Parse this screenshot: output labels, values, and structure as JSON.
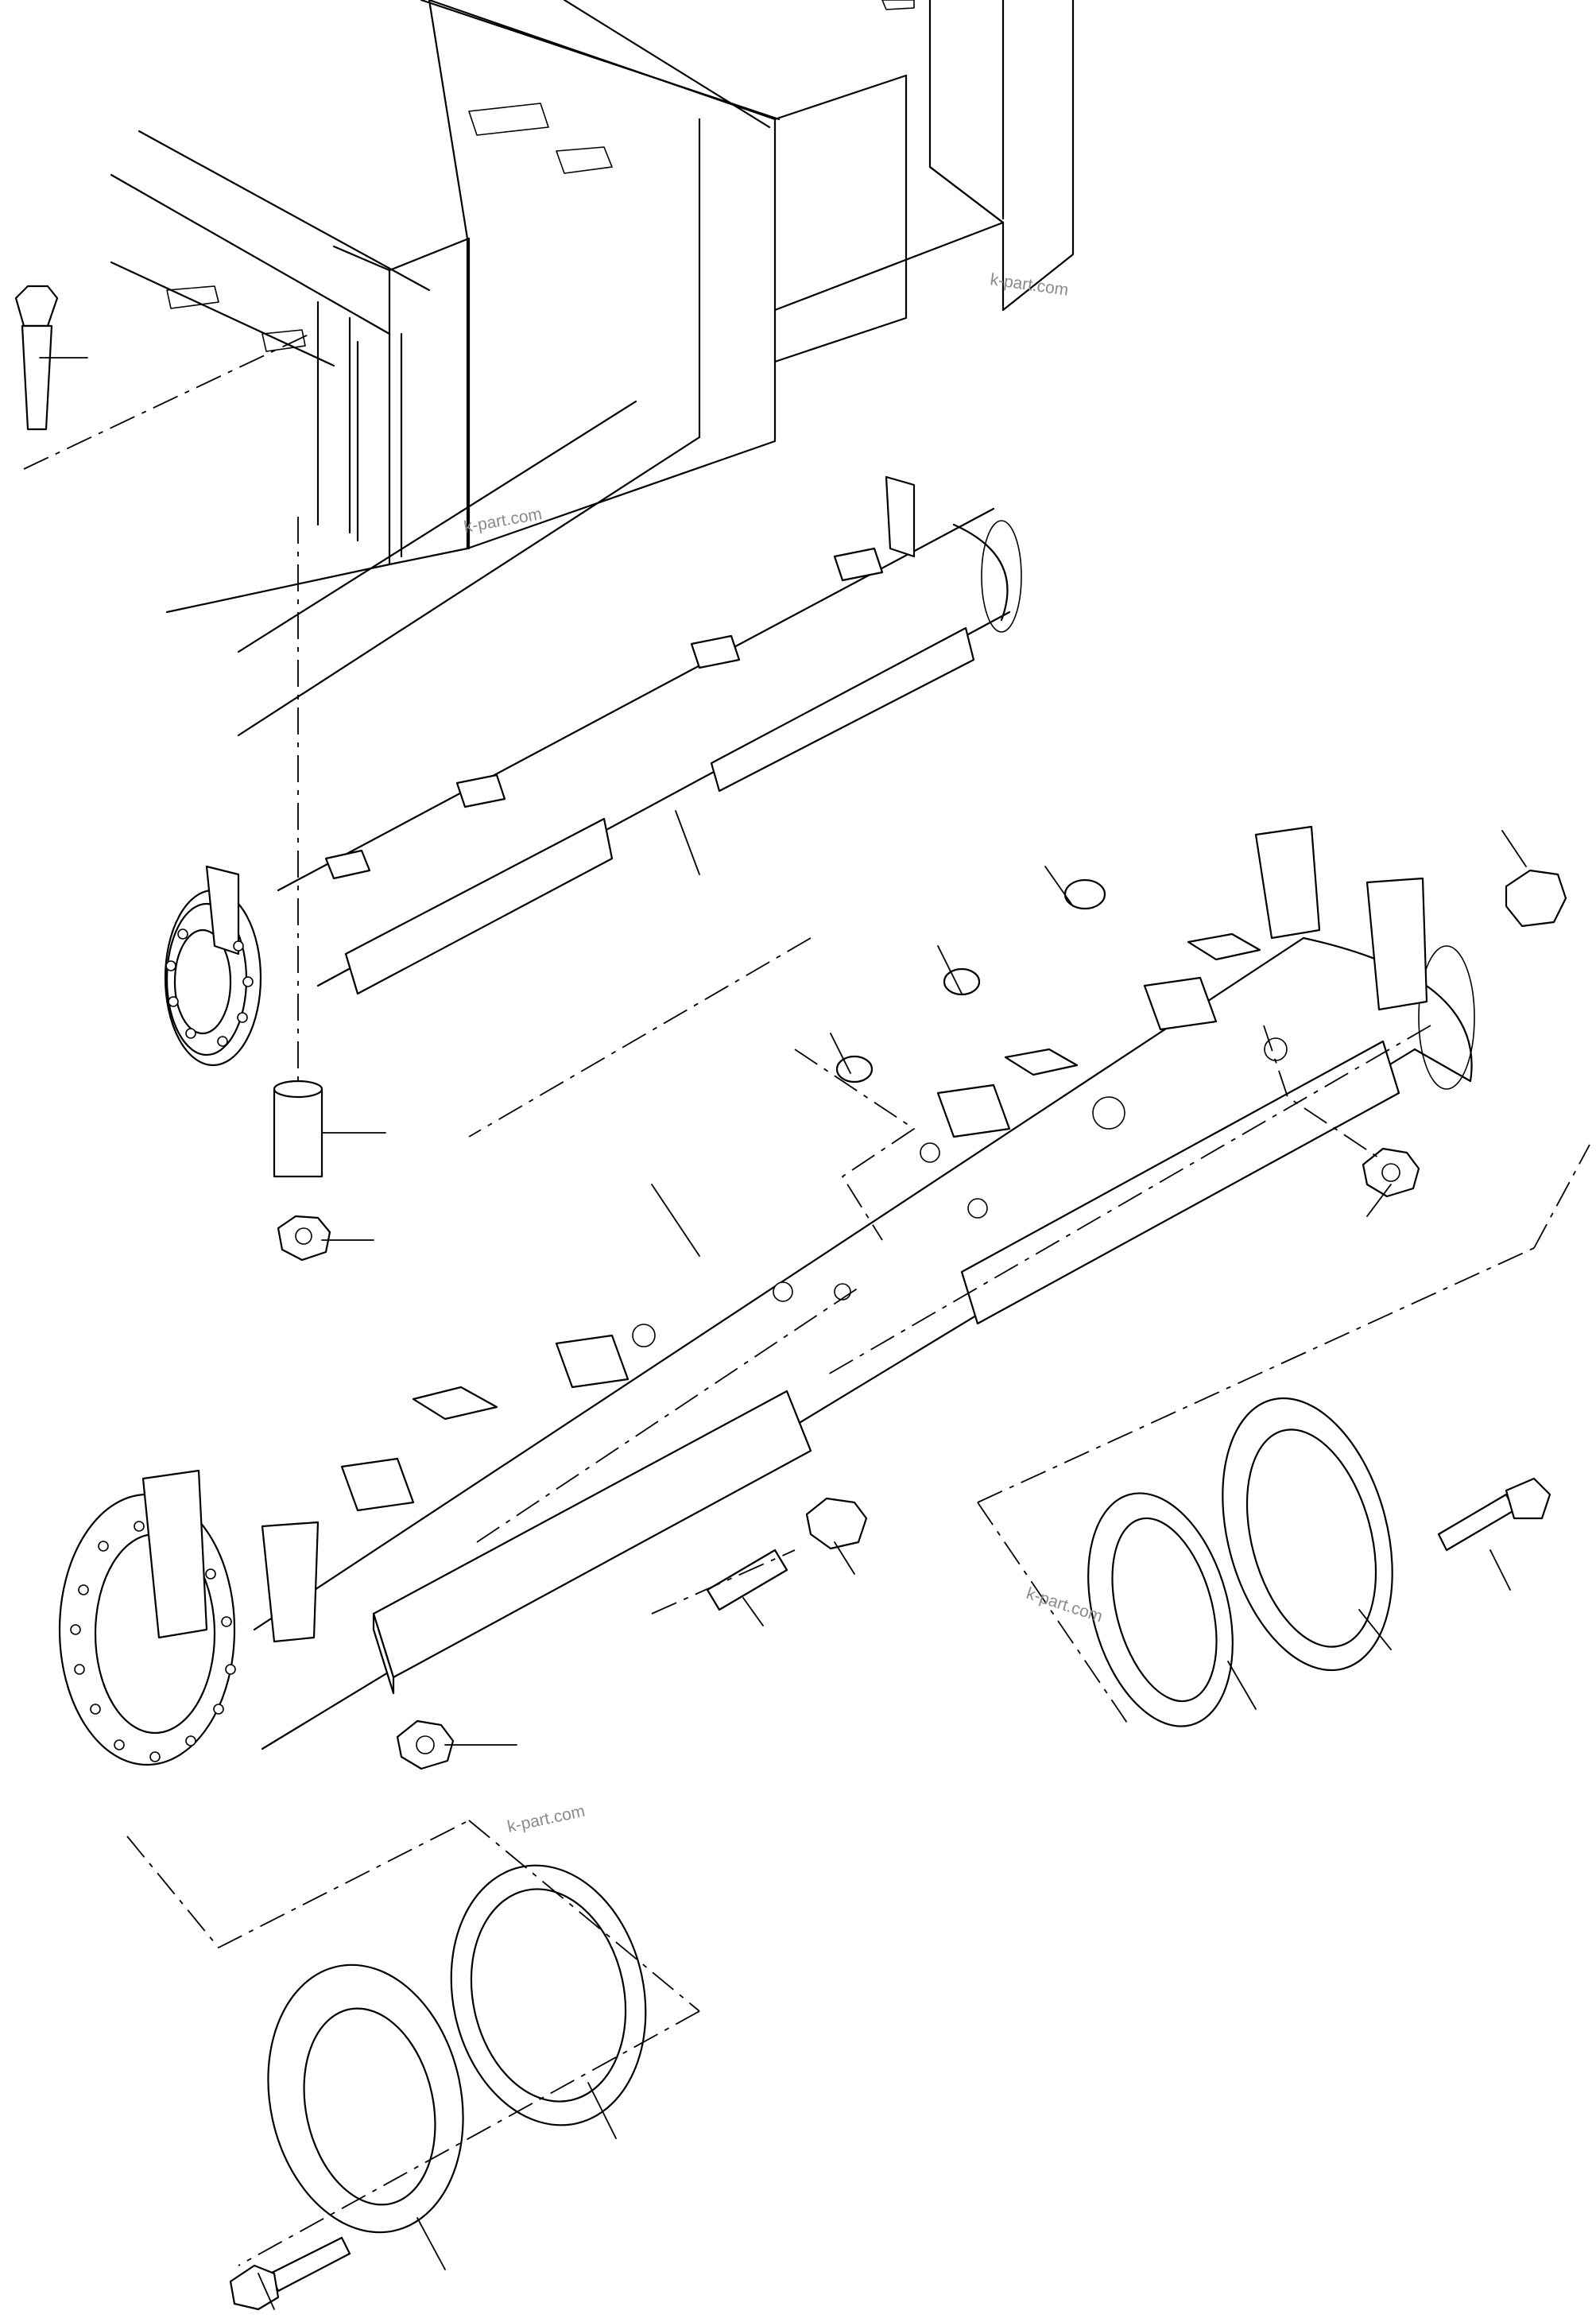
{
  "watermarks": [
    "k-part.com",
    "k-part.com",
    "k-part.com",
    "k-part.com"
  ],
  "colors": {
    "line": "#000000",
    "background": "#ffffff",
    "watermark": "#8a8a8a"
  },
  "callouts_count": 23
}
